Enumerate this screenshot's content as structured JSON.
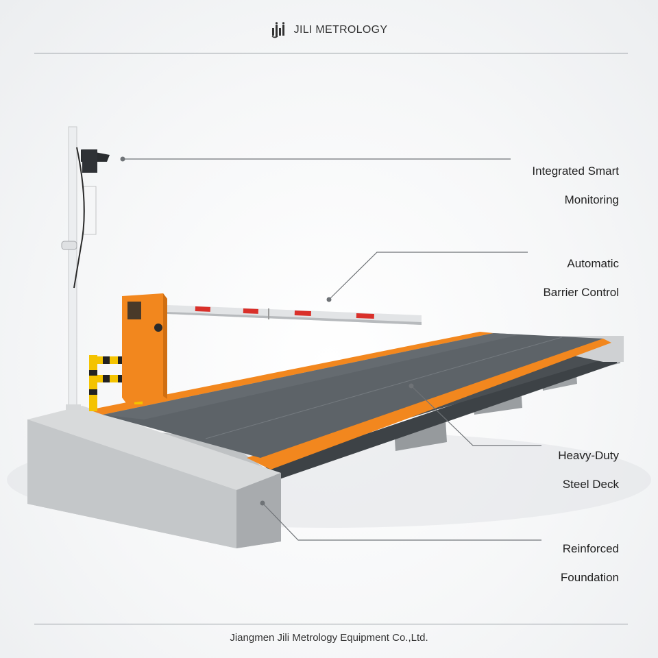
{
  "header": {
    "brand": "JILI METROLOGY"
  },
  "callouts": [
    {
      "line1": "Integrated Smart",
      "line2": "Monitoring"
    },
    {
      "line1": "Automatic",
      "line2": "Barrier Control"
    },
    {
      "line1": "Heavy-Duty",
      "line2": "Steel Deck"
    },
    {
      "line1": "Reinforced",
      "line2": "Foundation"
    }
  ],
  "footer": {
    "company": "Jiangmen Jili Metrology Equipment Co.,Ltd."
  },
  "colors": {
    "accent_orange": "#f2871e",
    "deck_gray": "#5d6368",
    "concrete": "#c9cbcd",
    "barrier_red": "#d9302a"
  },
  "icons": [
    "jili-logo-icon"
  ]
}
